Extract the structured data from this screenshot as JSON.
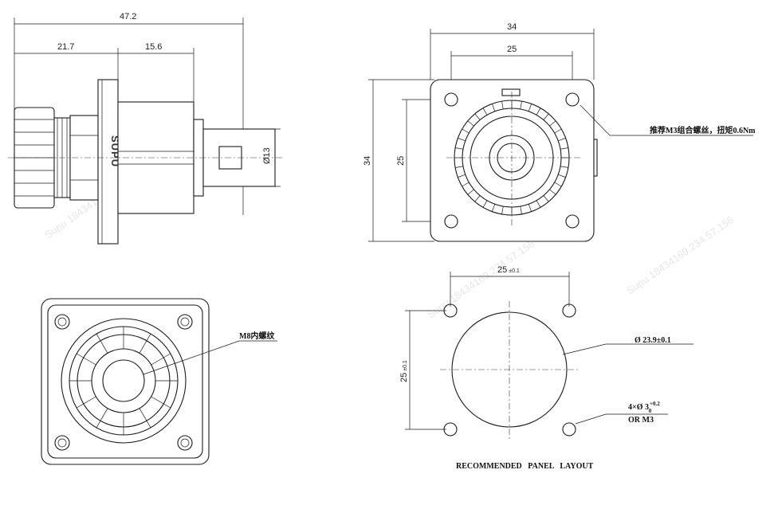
{
  "side_view": {
    "dim_overall": "47.2",
    "dim_left": "21.7",
    "dim_right": "15.6",
    "dim_dia": "Ø13",
    "brand": "SUPU"
  },
  "top_right_view": {
    "dim_width": "34",
    "dim_inner_width": "25",
    "dim_height": "34",
    "dim_inner_height": "25",
    "screw_note": "推荐M3组合螺丝，扭矩0.6Nm"
  },
  "front_view": {
    "thread_note": "M8内螺纹"
  },
  "panel_layout": {
    "dim_width": "25",
    "dim_width_tol": "±0.1",
    "dim_height": "25",
    "dim_height_tol": "±0.1",
    "hole_note": "Ø 23.9±0.1",
    "mount_note_line1": "4×Ø 3",
    "mount_note_tol_upper": "+0.2",
    "mount_note_tol_lower": "0",
    "mount_note_line2": "OR M3",
    "title": "RECOMMENDED   PANEL   LAYOUT"
  }
}
